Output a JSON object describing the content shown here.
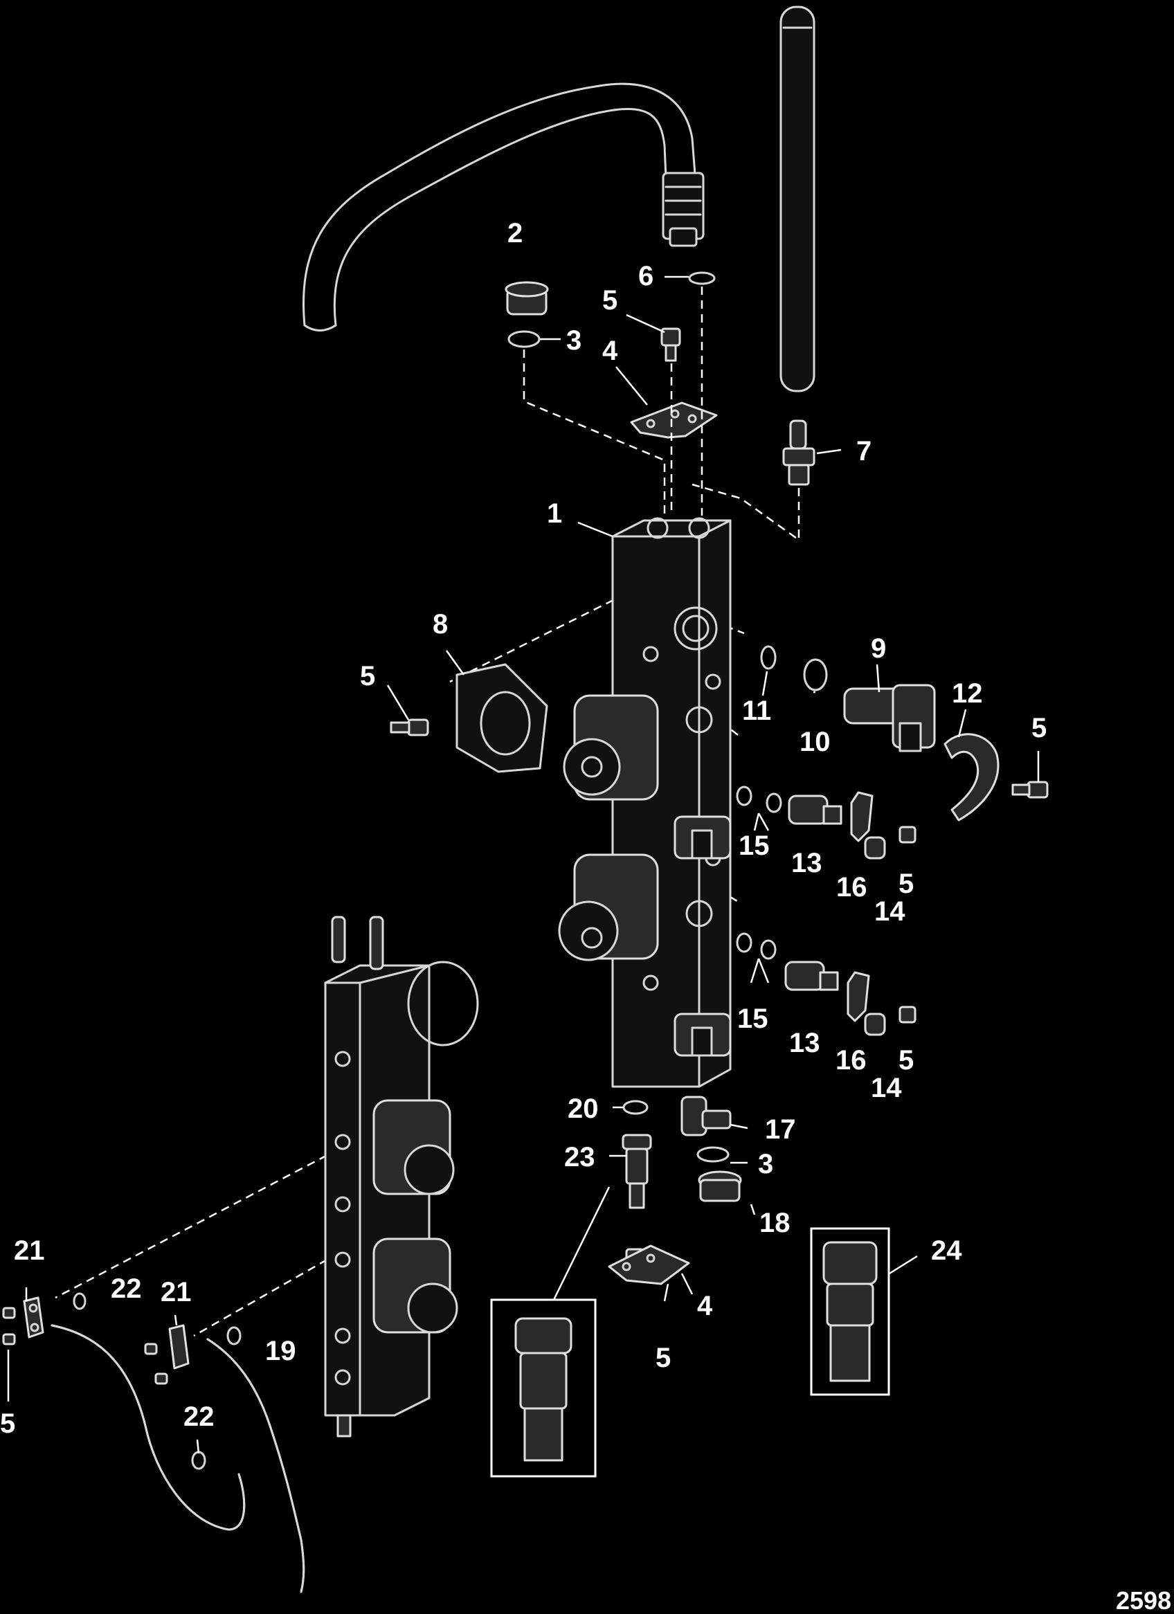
{
  "figure_ref": "2598",
  "callouts": [
    "1",
    "2",
    "3",
    "3",
    "4",
    "4",
    "5",
    "5",
    "5",
    "5",
    "5",
    "5",
    "5",
    "5",
    "6",
    "7",
    "8",
    "9",
    "10",
    "11",
    "12",
    "13",
    "13",
    "14",
    "14",
    "15",
    "15",
    "16",
    "16",
    "17",
    "18",
    "19",
    "20",
    "21",
    "21",
    "22",
    "22",
    "23",
    "24"
  ],
  "colors": {
    "background": "#000000",
    "line": "#ffffff",
    "part_stroke": "#d8d8d8"
  }
}
